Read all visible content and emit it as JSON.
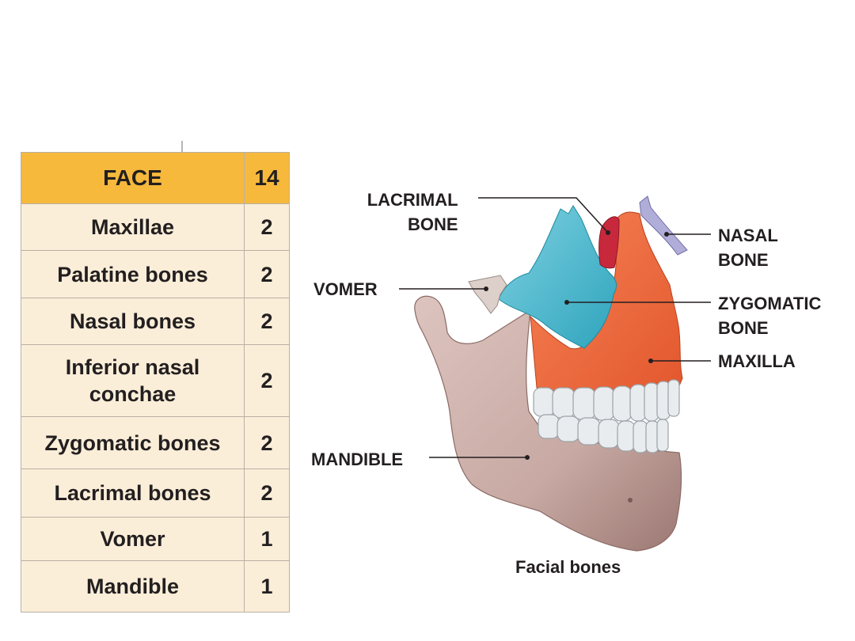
{
  "table": {
    "header": {
      "label": "FACE",
      "count": "14"
    },
    "rows": [
      {
        "label": "Maxillae",
        "count": "2"
      },
      {
        "label": "Palatine bones",
        "count": "2"
      },
      {
        "label": "Nasal bones",
        "count": "2"
      },
      {
        "label": "Inferior nasal conchae",
        "count": "2"
      },
      {
        "label": "Zygomatic bones",
        "count": "2"
      },
      {
        "label": "Lacrimal bones",
        "count": "2"
      },
      {
        "label": "Vomer",
        "count": "1"
      },
      {
        "label": "Mandible",
        "count": "1"
      }
    ]
  },
  "diagram": {
    "labels": {
      "lacrimal_line1": "LACRIMAL",
      "lacrimal_line2": "BONE",
      "nasal_line1": "NASAL",
      "nasal_line2": "BONE",
      "vomer": "VOMER",
      "zygomatic_line1": "ZYGOMATIC",
      "zygomatic_line2": "BONE",
      "maxilla": "MAXILLA",
      "mandible": "MANDIBLE"
    },
    "caption": "Facial bones",
    "colors": {
      "header_fill": "#f6b93b",
      "table_fill": "#fbeed9",
      "maxilla": "#f0693a",
      "zygomatic": "#4dbcd1",
      "lacrimal": "#c8283c",
      "nasal": "#b0aed8",
      "vomer": "#ddcfc9",
      "mandible": "#c9aaa5",
      "teeth": "#e8ecee"
    }
  }
}
